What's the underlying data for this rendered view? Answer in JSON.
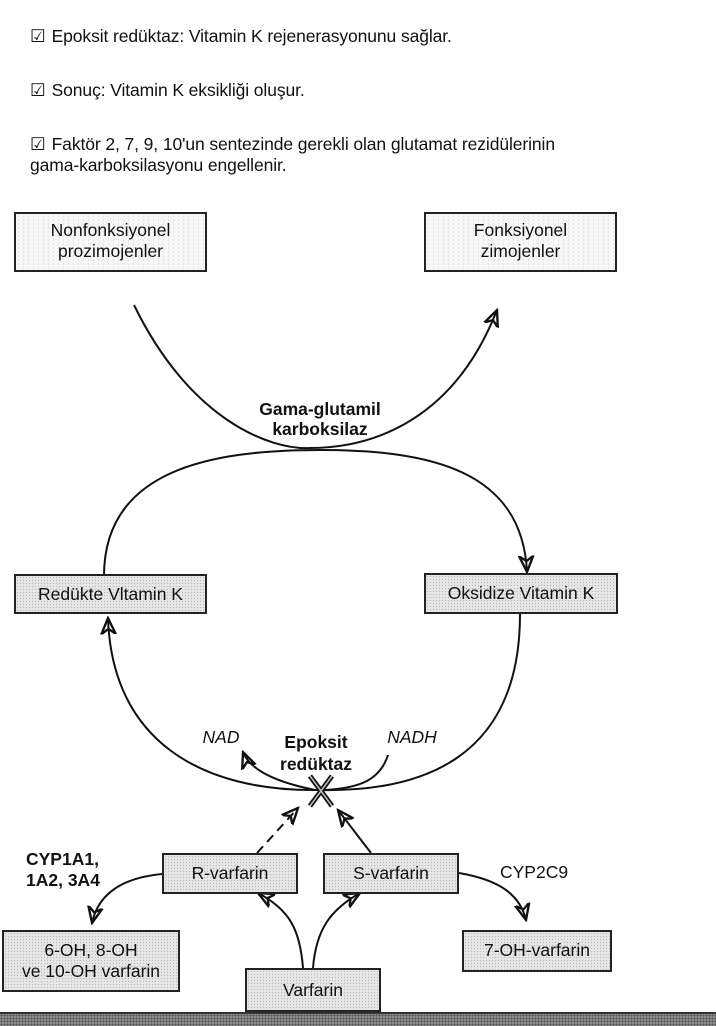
{
  "bullets": [
    {
      "icon": "checkbox-checked-icon",
      "glyph": "☑",
      "text": "Epoksit redüktaz: Vitamin K rejenerasyonunu sağlar."
    },
    {
      "icon": "checkbox-checked-icon",
      "glyph": "☑",
      "text": "Sonuç: Vitamin K eksikliği oluşur."
    },
    {
      "icon": "checkbox-checked-icon",
      "glyph": "☑",
      "text": "Faktör 2, 7, 9, 10'un sentezinde gerekli olan glutamat rezidülerinin",
      "text2": "gama-karboksilasyonu engellenir."
    }
  ],
  "diagram": {
    "nodes": {
      "nonfunctional": {
        "line1": "Nonfonksiyonel",
        "line2": "prozimojenler"
      },
      "functional": {
        "line1": "Fonksiyonel",
        "line2": "zimojenler"
      },
      "reduced_vitk": "Redükte Vltamin K",
      "oxidized_vitk": "Oksidize Vitamin K",
      "r_warfarin": "R-varfarin",
      "s_warfarin": "S-varfarin",
      "warfarin": "Varfarin",
      "r_metabolites": {
        "line1": "6-OH, 8-OH",
        "line2": "ve 10-OH varfarin"
      },
      "s_metabolite": "7-OH-varfarin"
    },
    "enzymes": {
      "carboxylase": {
        "line1": "Gama-glutamil",
        "line2": "karboksilaz"
      },
      "epoxide_reductase": {
        "line1": "Epoksit",
        "line2": "redüktaz"
      },
      "cyp_r": {
        "line1": "CYP1A1,",
        "line2": "1A2, 3A4"
      },
      "cyp_s": "CYP2C9"
    },
    "cofactors": {
      "nad": "NAD",
      "nadh": "NADH"
    },
    "inhibition_mark": "X"
  }
}
